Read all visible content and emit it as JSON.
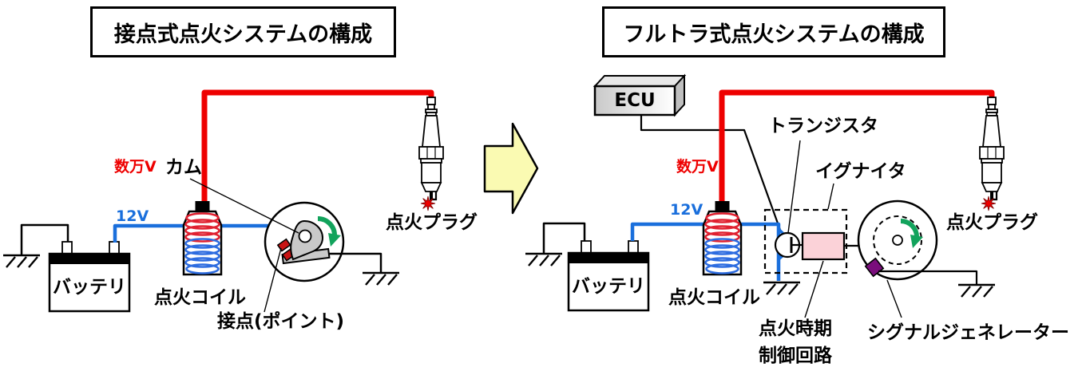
{
  "colors": {
    "wire_high_voltage": "#ee0000",
    "wire_low_voltage": "#1a6fdc",
    "rotation_arrow": "#12a35c",
    "flow_arrow_fill": "#fafab2",
    "timing_circuit_fill": "#fbd2d8",
    "pickup_fill": "#7a0e7c",
    "component_gray": "#c9c9c9",
    "coil_primary": "#e02030",
    "coil_secondary": "#2d6ce0"
  },
  "left": {
    "title": "接点式点火システムの構成",
    "labels": {
      "high_voltage": "数万V",
      "cam": "カム",
      "low_voltage": "12V",
      "battery": "バッテリ",
      "ignition_coil": "点火コイル",
      "contact_points": "接点(ポイント)",
      "spark_plug": "点火プラグ"
    }
  },
  "right": {
    "title": "フルトラ式点火システムの構成",
    "labels": {
      "ecu": "ECU",
      "transistor": "トランジスタ",
      "igniter": "イグナイタ",
      "high_voltage": "数万V",
      "low_voltage": "12V",
      "battery": "バッテリ",
      "ignition_coil": "点火コイル",
      "timing_circuit_line1": "点火時期",
      "timing_circuit_line2": "制御回路",
      "signal_generator": "シグナルジェネレーター",
      "spark_plug": "点火プラグ"
    }
  }
}
